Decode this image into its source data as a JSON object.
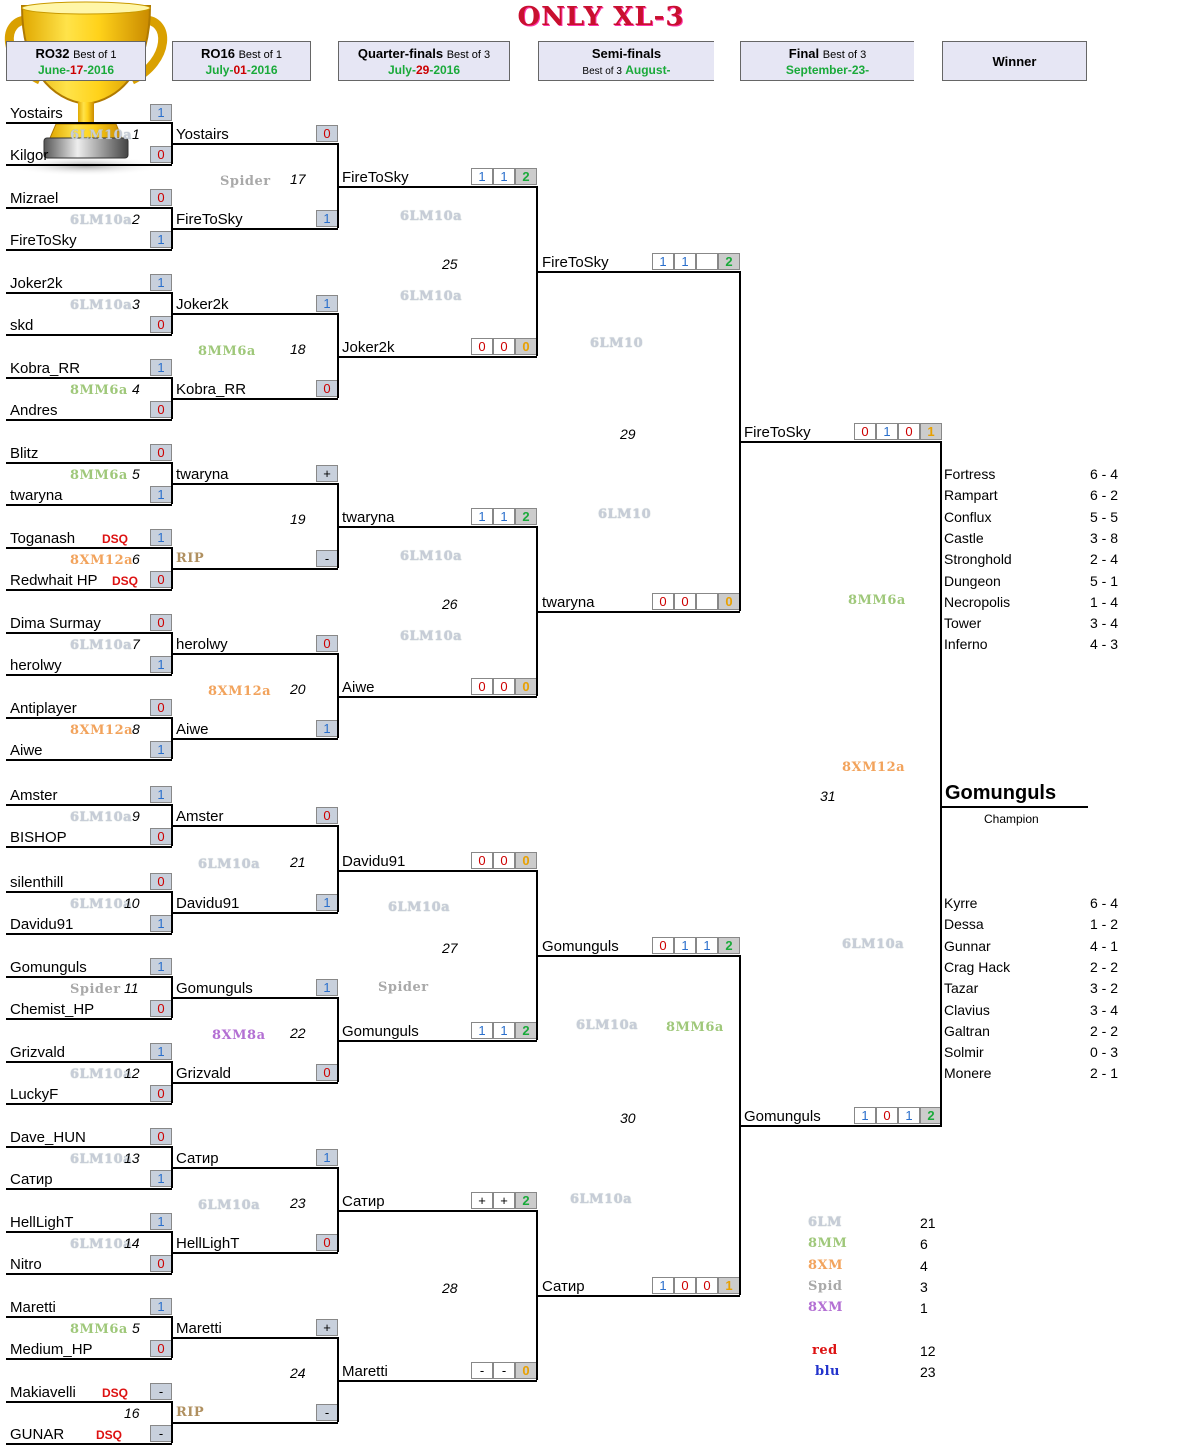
{
  "title": "ONLY XL-3",
  "headers": [
    {
      "round": "RO32",
      "format": "Best of 1",
      "date_parts": [
        "June-",
        "17",
        "-2016"
      ]
    },
    {
      "round": "RO16",
      "format": "Best of 1",
      "date_parts": [
        "July-",
        "01",
        "-2016"
      ]
    },
    {
      "round": "Quarter-finals",
      "format": "Best of 3",
      "date_parts": [
        "July-",
        "29",
        "-2016"
      ]
    },
    {
      "round": "Semi-finals",
      "format": "Best of 3",
      "date_parts": [
        "August-"
      ]
    },
    {
      "round": "Final",
      "format": "Best of 3",
      "date_parts": [
        "September-23-"
      ]
    },
    {
      "round": "Winner"
    }
  ],
  "ro32": [
    {
      "a": "Yostairs",
      "as": "1",
      "b": "Kilgor",
      "bs": "0",
      "map": "6LM10a",
      "num": "1"
    },
    {
      "a": "Mizrael",
      "as": "0",
      "b": "FireToSky",
      "bs": "1",
      "map": "6LM10a",
      "num": "2"
    },
    {
      "a": "Joker2k",
      "as": "1",
      "b": "skd",
      "bs": "0",
      "map": "6LM10a",
      "num": "3"
    },
    {
      "a": "Kobra_RR",
      "as": "1",
      "b": "Andres",
      "bs": "0",
      "map": "8MM6a",
      "num": "4"
    },
    {
      "a": "Blitz",
      "as": "0",
      "b": "twaryna",
      "bs": "1",
      "map": "8MM6a",
      "num": "5"
    },
    {
      "a": "Toganash",
      "as": "1",
      "b": "Redwhait HP",
      "bs": "0",
      "map": "8XM12a",
      "num": "6",
      "dsqA": "DSQ",
      "dsqB": "DSQ"
    },
    {
      "a": "Dima Surmay",
      "as": "0",
      "b": "herolwy",
      "bs": "1",
      "map": "6LM10a",
      "num": "7"
    },
    {
      "a": "Antiplayer",
      "as": "0",
      "b": "Aiwe",
      "bs": "1",
      "map": "8XM12a",
      "num": "8"
    },
    {
      "a": "Amster",
      "as": "1",
      "b": "BISHOP",
      "bs": "0",
      "map": "6LM10a",
      "num": "9"
    },
    {
      "a": "silenthill",
      "as": "0",
      "b": "Davidu91",
      "bs": "1",
      "map": "6LM10a",
      "num": "10"
    },
    {
      "a": "Gomunguls",
      "as": "1",
      "b": "Chemist_HP",
      "bs": "0",
      "map": "Spider",
      "num": "11"
    },
    {
      "a": "Grizvald",
      "as": "1",
      "b": "LuckyF",
      "bs": "0",
      "map": "6LM10a",
      "num": "12"
    },
    {
      "a": "Dave_HUN",
      "as": "0",
      "b": "Сатир",
      "bs": "1",
      "map": "6LM10a",
      "num": "13"
    },
    {
      "a": "HellLighT",
      "as": "1",
      "b": "Nitro",
      "bs": "0",
      "map": "6LM10a",
      "num": "14"
    },
    {
      "a": "Maretti",
      "as": "1",
      "b": "Medium_HP",
      "bs": "0",
      "map": "8MM6a",
      "num": "5"
    },
    {
      "a": "Makiavelli",
      "as": "-",
      "b": "GUNAR",
      "bs": "-",
      "map": "",
      "num": "16",
      "dsqA": "DSQ",
      "dsqB": "DSQ"
    }
  ],
  "ro16": [
    {
      "a": "Yostairs",
      "as": "0",
      "b": "FireToSky",
      "bs": "1",
      "map": "Spider",
      "num": "17"
    },
    {
      "a": "Joker2k",
      "as": "1",
      "b": "Kobra_RR",
      "bs": "0",
      "map": "8MM6a",
      "num": "18"
    },
    {
      "a": "twaryna",
      "as": "+",
      "b": "RIP",
      "bs": "-",
      "map": "",
      "num": "19"
    },
    {
      "a": "herolwy",
      "as": "0",
      "b": "Aiwe",
      "bs": "1",
      "map": "8XM12a",
      "num": "20"
    },
    {
      "a": "Amster",
      "as": "0",
      "b": "Davidu91",
      "bs": "1",
      "map": "6LM10a",
      "num": "21"
    },
    {
      "a": "Gomunguls",
      "as": "1",
      "b": "Grizvald",
      "bs": "0",
      "map": "8XM8a",
      "num": "22"
    },
    {
      "a": "Сатир",
      "as": "1",
      "b": "HellLighT",
      "bs": "0",
      "map": "6LM10a",
      "num": "23"
    },
    {
      "a": "Maretti",
      "as": "+",
      "b": "RIP",
      "bs": "-",
      "map": "",
      "num": "24"
    }
  ],
  "qf": [
    {
      "a": "FireToSky",
      "as": [
        "1",
        "1",
        "2"
      ],
      "b": "Joker2k",
      "bs": [
        "0",
        "0",
        "0"
      ],
      "maps": [
        "6LM10a",
        "6LM10a"
      ],
      "num": "25"
    },
    {
      "a": "twaryna",
      "as": [
        "1",
        "1",
        "2"
      ],
      "b": "Aiwe",
      "bs": [
        "0",
        "0",
        "0"
      ],
      "maps": [
        "6LM10a",
        "6LM10a"
      ],
      "num": "26"
    },
    {
      "a": "Davidu91",
      "as": [
        "0",
        "0",
        "0"
      ],
      "b": "Gomunguls",
      "bs": [
        "1",
        "1",
        "2"
      ],
      "maps": [
        "6LM10a",
        "Spider"
      ],
      "num": "27"
    },
    {
      "a": "Сатир",
      "as": [
        "+",
        "+",
        "2"
      ],
      "b": "Maretti",
      "bs": [
        "-",
        "-",
        "0"
      ],
      "maps": [],
      "num": "28"
    }
  ],
  "sf": [
    {
      "a": "FireToSky",
      "as": [
        "1",
        "1",
        "",
        "2"
      ],
      "b": "twaryna",
      "bs": [
        "0",
        "0",
        "",
        "0"
      ],
      "maps": [
        "6LM10",
        "6LM10"
      ],
      "num": "29"
    },
    {
      "a": "Gomunguls",
      "as": [
        "0",
        "1",
        "1",
        "2"
      ],
      "b": "Сатир",
      "bs": [
        "1",
        "0",
        "0",
        "1"
      ],
      "maps": [
        "6LM10a",
        "8MM6a",
        "6LM10a"
      ],
      "num": "30"
    }
  ],
  "final": {
    "a": "FireToSky",
    "as": [
      "0",
      "1",
      "0",
      "1"
    ],
    "b": "Gomunguls",
    "bs": [
      "1",
      "0",
      "1",
      "2"
    ],
    "maps": [
      "8MM6a",
      "8XM12a",
      "6LM10a"
    ],
    "num": "31"
  },
  "winner": {
    "name": "Gomunguls",
    "label": "Champion"
  },
  "stats_top": [
    {
      "k": "Fortress",
      "v": "6 - 4"
    },
    {
      "k": "Rampart",
      "v": "6 - 2"
    },
    {
      "k": "Conflux",
      "v": "5 - 5"
    },
    {
      "k": "Castle",
      "v": "3 - 8"
    },
    {
      "k": "Stronghold",
      "v": "2 - 4"
    },
    {
      "k": "Dungeon",
      "v": "5 - 1"
    },
    {
      "k": "Necropolis",
      "v": "1 - 4"
    },
    {
      "k": "Tower",
      "v": "3 - 4"
    },
    {
      "k": "Inferno",
      "v": "4 - 3"
    }
  ],
  "stats_bottom": [
    {
      "k": "Kyrre",
      "v": "6 - 4"
    },
    {
      "k": "Dessa",
      "v": "1 - 2"
    },
    {
      "k": "Gunnar",
      "v": "4 - 1"
    },
    {
      "k": "Crag Hack",
      "v": "2 - 2"
    },
    {
      "k": "Tazar",
      "v": "3 - 2"
    },
    {
      "k": "Clavius",
      "v": "3 - 4"
    },
    {
      "k": "Galtran",
      "v": "2 - 2"
    },
    {
      "k": "Solmir",
      "v": "0 - 3"
    },
    {
      "k": "Monere",
      "v": "2 - 1"
    }
  ],
  "map_counts": [
    {
      "k": "6LM",
      "v": "21",
      "cls": "m-6lm"
    },
    {
      "k": "8MM",
      "v": "6",
      "cls": "m-8mm"
    },
    {
      "k": "8XM",
      "v": "4",
      "cls": "m-8xm12"
    },
    {
      "k": "Spid",
      "v": "3",
      "cls": "m-spider"
    },
    {
      "k": "8XM",
      "v": "1",
      "cls": "m-8xm8"
    }
  ],
  "color_counts": [
    {
      "k": "red",
      "v": "12",
      "color": "#d11"
    },
    {
      "k": "blu",
      "v": "23",
      "color": "#2233cc"
    }
  ],
  "colors": {
    "red": "#c00",
    "blue": "#2a6fcc",
    "green": "#1aaa3a",
    "gold": "#e8a000"
  }
}
